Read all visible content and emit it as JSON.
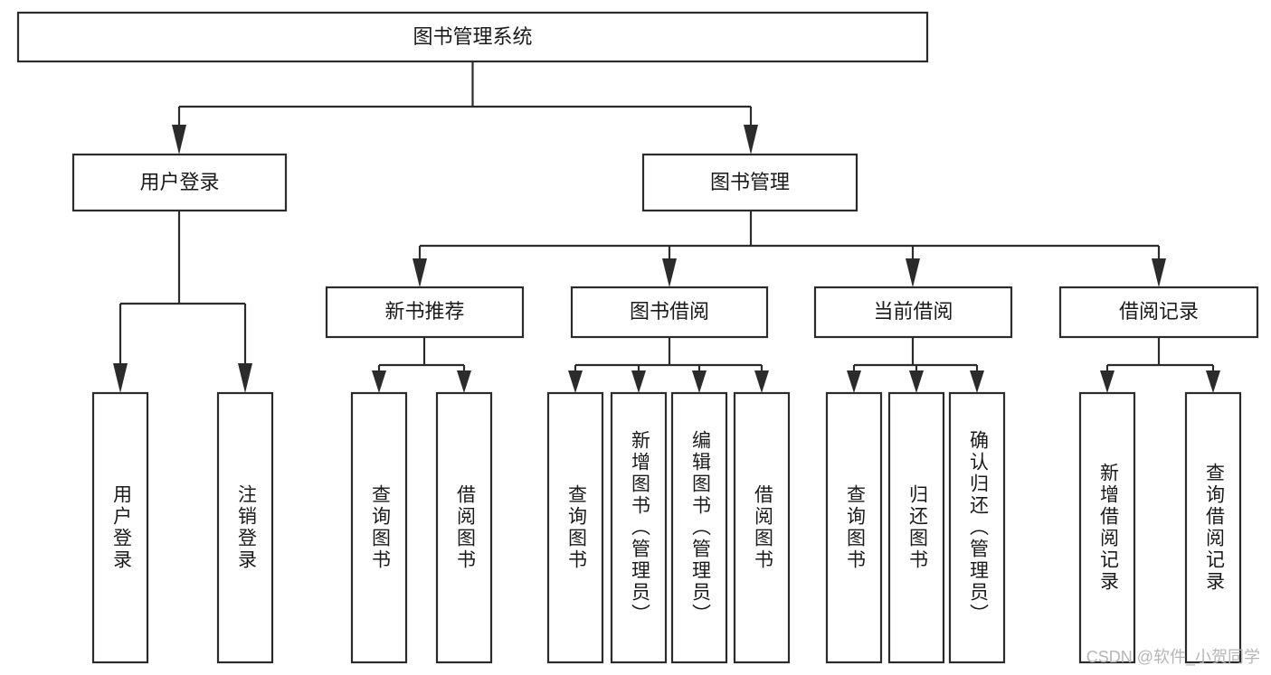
{
  "title": "图书管理系统",
  "watermark": "CSDN @软件_小贺同学",
  "diagram": {
    "type": "tree",
    "orientation": "top-down",
    "root": {
      "label": "图书管理系统"
    },
    "level2": [
      {
        "label": "用户登录"
      },
      {
        "label": "图书管理"
      }
    ],
    "level3": [
      {
        "label": "新书推荐"
      },
      {
        "label": "图书借阅"
      },
      {
        "label": "当前借阅"
      },
      {
        "label": "借阅记录"
      }
    ],
    "leaves": {
      "user_login": [
        {
          "label": "用户登录"
        },
        {
          "label": "注销登录"
        }
      ],
      "new_book_recommend": [
        {
          "label": "查询图书"
        },
        {
          "label": "借阅图书"
        }
      ],
      "book_borrow": [
        {
          "label": "查询图书"
        },
        {
          "label": "新增图书（管理员）"
        },
        {
          "label": "编辑图书（管理员）"
        },
        {
          "label": "借阅图书"
        }
      ],
      "current_borrow": [
        {
          "label": "查询图书"
        },
        {
          "label": "归还图书"
        },
        {
          "label": "确认归还（管理员）"
        }
      ],
      "borrow_record": [
        {
          "label": "新增借阅记录"
        },
        {
          "label": "查询借阅记录"
        }
      ]
    }
  },
  "colors": {
    "stroke": "#2b2b2b",
    "fill": "#ffffff",
    "text": "#1a1a1a",
    "watermark": "#b6b6b6"
  }
}
